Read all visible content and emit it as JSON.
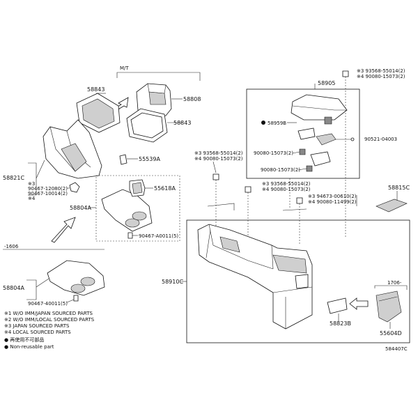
{
  "callouts": {
    "mt_label": "M/T",
    "p58843_top": "58843",
    "p58808": "58808",
    "p58843_mid": "58843",
    "p58821c": "58821C",
    "p58821c_sub1": "※3",
    "p58821c_sub2": "90467-12080(2)",
    "p58821c_sub3": "90467-10014(2)",
    "p58821c_sub4": "※4",
    "p55539a": "55539A",
    "p55618a": "55618A",
    "p58804a": "58804A",
    "p90467_a0011": "90467-A0011(5)",
    "year_label": "-1606",
    "p58804a_low": "58804A",
    "p90467_low": "90467-40011(5)",
    "p58905": "58905",
    "ref1_a": "※3 93568-55014(2)",
    "ref1_b": "※4 90080-15073(2)",
    "p58959b": "58959B",
    "p90521": "90521-04003",
    "p90080_a": "90080-15073(2)",
    "p90080_b": "90080-15073(2)",
    "left_ref_a": "※3 93568-55014(2)",
    "left_ref_b": "※4 90080-15073(2)",
    "mid_ref_a": "※3 93568-55014(2)",
    "mid_ref_b": "※4 90080-15073(2)",
    "right_ref_a": "※3 94673-00610(2)",
    "right_ref_b": "※4 90080-11499(2)",
    "p58815c": "58815C",
    "p58910c": "58910C",
    "p58823b": "58823B",
    "year_label2": "1706-",
    "p55604d": "55604D",
    "diagram_code": "584407C"
  },
  "legend": {
    "line1": "※1 W/O IMM/JAPAN SOURCED PARTS",
    "line2": "※2 W/O IMM/LOCAL SOURCED PARTS",
    "line3": "※3 JAPAN SOURCED PARTS",
    "line4": "※4 LOCAL SOURCED PARTS",
    "line5": "● 再使用不可部品",
    "line6": "● Non-reusable part"
  }
}
